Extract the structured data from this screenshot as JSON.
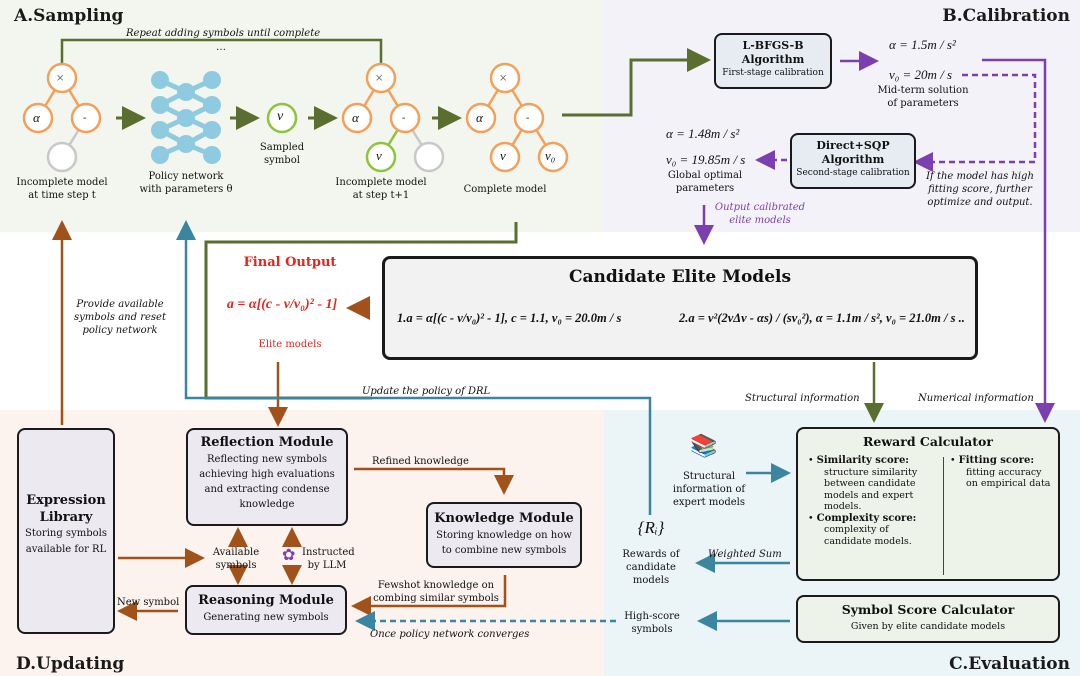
{
  "sections": {
    "sampling": "A.Sampling",
    "calibration": "B.Calibration",
    "evaluation": "C.Evaluation",
    "updating": "D.Updating"
  },
  "sampling": {
    "repeat_label": "Repeat adding symbols until complete",
    "ellipsis": "…",
    "tree1": {
      "root": "×",
      "left": "α",
      "right": "-",
      "caption_1": "Incomplete model",
      "caption_2": "at time step t"
    },
    "policy_caption_1": "Policy network",
    "policy_caption_2": "with parameters θ",
    "sampled_symbol": "ν",
    "sampled_caption_1": "Sampled",
    "sampled_caption_2": "symbol",
    "tree2": {
      "root": "×",
      "left": "α",
      "right": "-",
      "child": "ν",
      "caption_1": "Incomplete model",
      "caption_2": "at step t+1"
    },
    "tree3": {
      "root": "×",
      "left": "α",
      "right": "-",
      "child_left": "ν",
      "child_right": "ν₀",
      "caption": "Complete model"
    }
  },
  "calibration": {
    "lbfgsb": {
      "title_1": "L-BFGS-B",
      "title_2": "Algorithm",
      "subtitle": "First-stage calibration"
    },
    "mid_alpha": "α = 1.5m / s²",
    "mid_v0": "ν₀ = 20m / s",
    "mid_caption_1": "Mid-term solution",
    "mid_caption_2": "of parameters",
    "direct_sqp": {
      "title_1": "Direct+SQP",
      "title_2": "Algorithm",
      "subtitle": "Second-stage calibration"
    },
    "global_alpha": "α = 1.48m / s²",
    "global_v0": "ν₀ = 19.85m / s",
    "global_caption_1": "Global optimal",
    "global_caption_2": "parameters",
    "condition_1": "If the model has high",
    "condition_2": "fitting score, further",
    "condition_3": "optimize and output.",
    "output_label_1": "Output calibrated",
    "output_label_2": "elite models"
  },
  "final_output": {
    "title": "Final Output",
    "formula": "a = α[(c - v/v₀)² - 1]",
    "caption": "Elite models"
  },
  "candidates": {
    "title": "Candidate Elite Models",
    "model_1": "1.a = α[(c - v/v₀)² - 1], c = 1.1, v₀ = 20.0m / s",
    "model_2": "2.a = v²(2vΔv - αs) / (sv₀²), α = 1.1m / s², v₀ = 21.0m / s ..",
    "m1_prefix": "1.a = α",
    "m1_params": ", c = 1.1, v₀ = 20.0m / s",
    "m2_prefix": "2.a =",
    "m2_num": "v²(2vΔv - αs)",
    "m2_den": "sv₀²",
    "m2_params": ", α = 1.1m / s², v₀ = 21.0m / s .."
  },
  "flows": {
    "provide_1": "Provide available",
    "provide_2": "symbols and reset",
    "provide_3": "policy network",
    "update_policy": "Update the policy of DRL",
    "structural_info": "Structural information",
    "numerical_info": "Numerical information"
  },
  "updating": {
    "library": {
      "title_1": "Expression",
      "title_2": "Library",
      "desc_1": "Storing symbols",
      "desc_2": "available for RL"
    },
    "reflection": {
      "title": "Reflection Module",
      "desc_1": "Reflecting new symbols",
      "desc_2": "achieving high evaluations",
      "desc_3": "and extracting condense",
      "desc_4": "knowledge"
    },
    "knowledge": {
      "title": "Knowledge Module",
      "desc_1": "Storing knowledge on how",
      "desc_2": "to combine new symbols"
    },
    "reasoning": {
      "title": "Reasoning Module",
      "desc": "Generating new symbols"
    },
    "refined": "Refined knowledge",
    "available_1": "Available",
    "available_2": "symbols",
    "instructed_1": "Instructed",
    "instructed_2": "by LLM",
    "new_symbol": "New symbol",
    "fewshot_1": "Fewshot knowledge on",
    "fewshot_2": "combing similar symbols",
    "converges": "Once policy network converges"
  },
  "evaluation": {
    "expert_1": "Structural",
    "expert_2": "information of",
    "expert_3": "expert models",
    "rewards_symbol": "{Rᵢ}",
    "rewards_1": "Rewards of",
    "rewards_2": "candidate",
    "rewards_3": "models",
    "weighted_sum": "Weighted Sum",
    "high_score_1": "High-score",
    "high_score_2": "symbols",
    "reward_calc": {
      "title": "Reward Calculator",
      "sim_title": "Similarity score:",
      "sim_1": "structure similarity",
      "sim_2": "between candidate",
      "sim_3": "models and expert",
      "sim_4": "models.",
      "cx_title": "Complexity score:",
      "cx_1": "complexity of",
      "cx_2": "candidate models.",
      "fit_title": "Fitting score:",
      "fit_1": "fitting accuracy",
      "fit_2": "on empirical data"
    },
    "symbol_calc": {
      "title": "Symbol Score Calculator",
      "desc": "Given by elite candidate models"
    }
  },
  "colors": {
    "green": "#5a6e2f",
    "purple": "#7b3fb0",
    "brown": "#a0521a",
    "teal": "#3a86a0",
    "orange": "#f2a05a",
    "light_green": "#8cc43c",
    "grey": "#c8c8c8",
    "red": "#e8231a"
  }
}
